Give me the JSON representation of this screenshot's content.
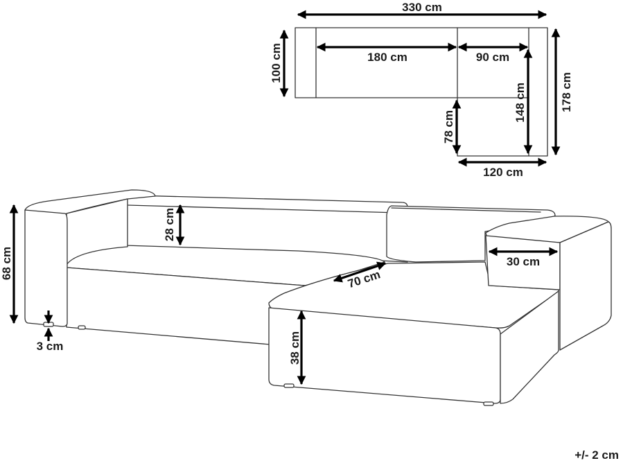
{
  "top_view": {
    "total_width": "330 cm",
    "depth": "100 cm",
    "main_section": "180 cm",
    "corner_section": "90 cm",
    "chaise_inner_length": "148 cm",
    "total_depth": "178 cm",
    "chaise_extension": "78 cm",
    "chaise_width": "120 cm"
  },
  "side_view": {
    "total_height": "68 cm",
    "leg_height": "3 cm",
    "backrest_height": "28 cm",
    "seat_depth": "70 cm",
    "armrest_width": "30 cm",
    "seat_height": "38 cm"
  },
  "tolerance": "+/- 2 cm"
}
